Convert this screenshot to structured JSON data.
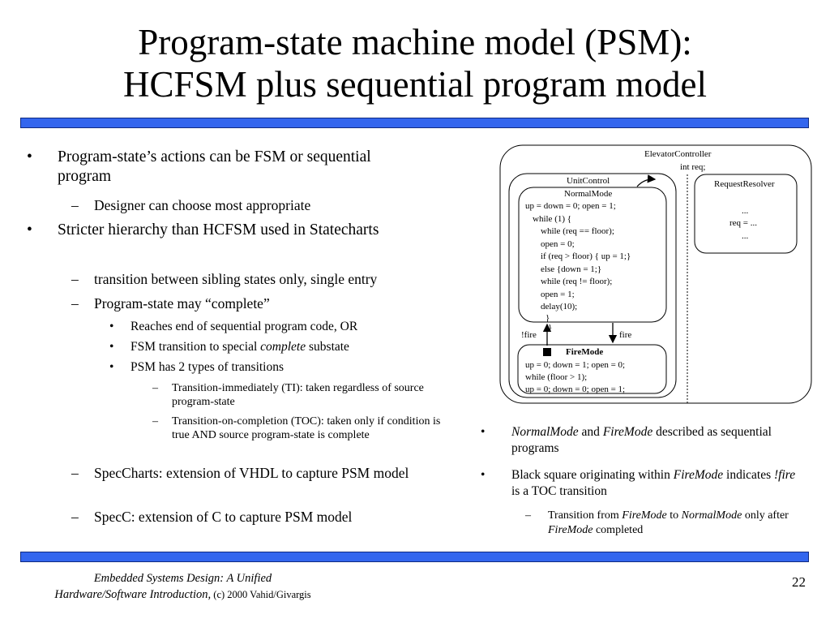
{
  "slide": {
    "title_line1": "Program-state machine model (PSM):",
    "title_line2": "HCFSM plus sequential program model",
    "page_number": "22"
  },
  "left_bullets": {
    "b1": "Program-state’s actions can be FSM or sequential program",
    "b1_1": "Designer can choose most appropriate",
    "b2": "Stricter hierarchy than HCFSM used in Statecharts",
    "b2_1": "transition between sibling states only, single entry",
    "b2_2": "Program-state may “complete”",
    "b2_2_1": "Reaches end of sequential program code, OR",
    "b2_2_2_pre": "FSM transition to special ",
    "b2_2_2_em": "complete",
    "b2_2_2_post": " substate",
    "b2_2_3": "PSM has 2 types of transitions",
    "b2_2_3_1": "Transition-immediately (TI): taken regardless of source program-state",
    "b2_2_3_2": "Transition-on-completion (TOC): taken only if condition is true AND source program-state is complete",
    "b2_3": "SpecCharts: extension of VHDL to capture PSM model",
    "b2_4": "SpecC: extension of C to capture PSM model"
  },
  "right_bullets": {
    "r1_em1": "NormalMode",
    "r1_mid": " and ",
    "r1_em2": "FireMode",
    "r1_post": "  described as sequential programs",
    "r2_pre": "Black square originating within ",
    "r2_em1": "FireMode",
    "r2_mid": " indicates ",
    "r2_em2": "!fire",
    "r2_post": " is a TOC transition",
    "r2_1_pre": "Transition from ",
    "r2_1_em1": "FireMode",
    "r2_1_mid": " to ",
    "r2_1_em2": "NormalMode",
    "r2_1_mid2": " only after ",
    "r2_1_em3": "FireMode",
    "r2_1_post": " completed"
  },
  "diagram": {
    "elevator_controller": "ElevatorController",
    "int_req": "int req;",
    "unit_control": "UnitControl",
    "normal_mode": "NormalMode",
    "normal_code": [
      "up = down = 0; open = 1;",
      "while (1) {",
      "while (req == floor);",
      "open = 0;",
      "if (req > floor) { up = 1;}",
      "else {down = 1;}",
      "while (req != floor);",
      "open = 1;",
      "delay(10);",
      "}",
      "}"
    ],
    "not_fire": "!fire",
    "fire": "fire",
    "fire_mode": "FireMode",
    "fire_code": [
      "up = 0; down = 1; open = 0;",
      "while (floor > 1);",
      "up = 0; down = 0; open = 1;"
    ],
    "request_resolver": "RequestResolver",
    "rr_code": [
      "...",
      "req = ...",
      "..."
    ]
  },
  "footer": {
    "book_title_1": "Embedded Systems Design: A Unified",
    "book_title_2": "Hardware/Software Introduction,",
    "copyright": " (c) 2000 Vahid/Givargis"
  },
  "colors": {
    "bar_fill": "#3366ee",
    "bar_border": "#102a80"
  }
}
